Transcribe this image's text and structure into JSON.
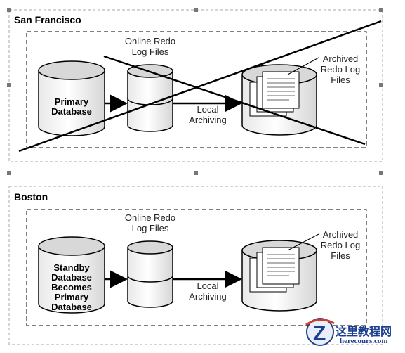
{
  "top_panel": {
    "site": "San Francisco",
    "online_redo": "Online Redo\nLog Files",
    "archived_redo": "Archived\nRedo Log\nFiles",
    "local_archiving": "Local\nArchiving",
    "database": "Primary\nDatabase",
    "status": "crossed-out (site failed)"
  },
  "bottom_panel": {
    "site": "Boston",
    "online_redo": "Online Redo\nLog Files",
    "archived_redo": "Archived\nRedo Log\nFiles",
    "local_archiving": "Local\nArchiving",
    "database": "Standby\nDatabase\nBecomes\nPrimary\nDatabase"
  },
  "watermark": {
    "text": "这里教程网",
    "url": "herecours.com",
    "logo_letter": "Z"
  },
  "colors": {
    "cylinder_top": "#dcdcdc",
    "cylinder_body": "#f4f4f4",
    "dash": "#888888",
    "watermark": "#1a3f8f",
    "watermark_accent": "#d23a2a"
  }
}
